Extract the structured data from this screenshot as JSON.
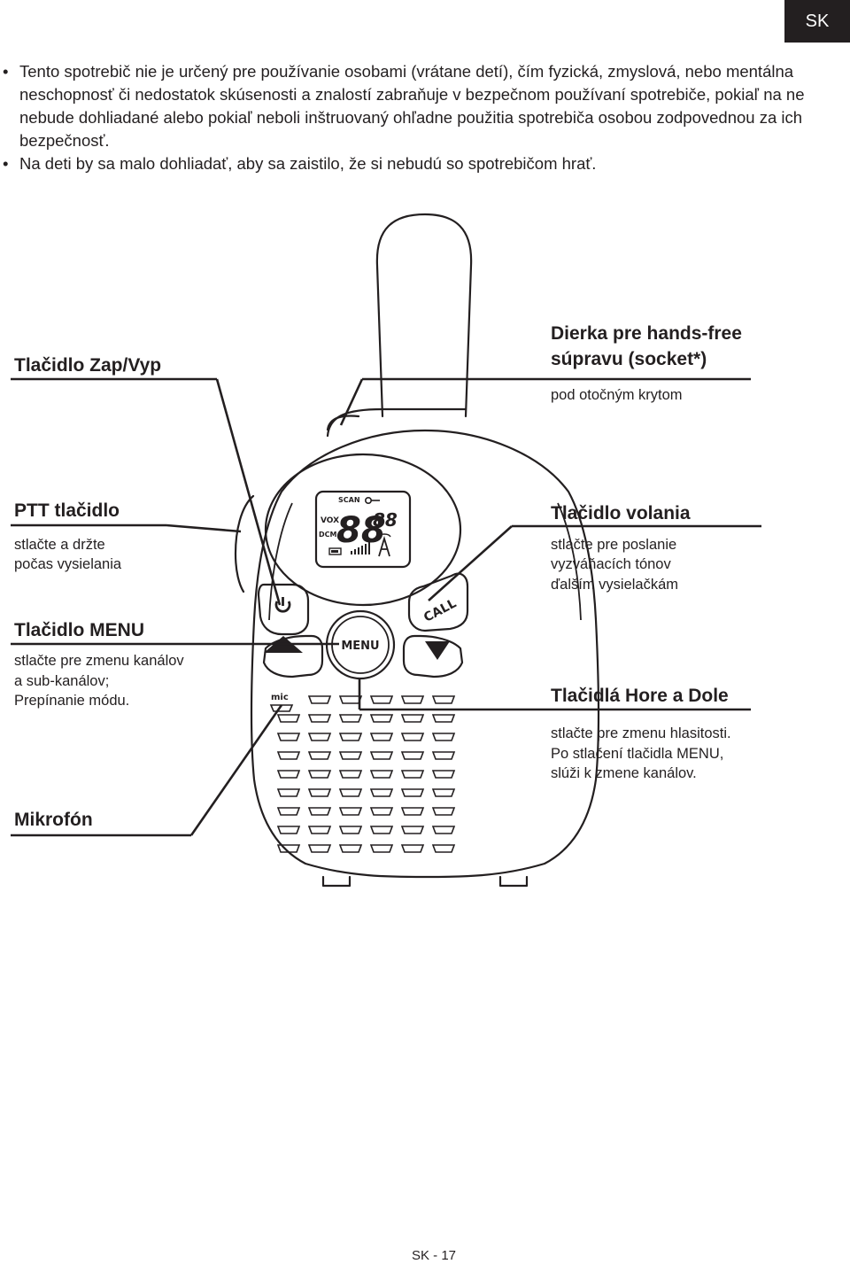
{
  "page": {
    "lang_tab": "SK",
    "page_number": "SK - 17"
  },
  "warnings": [
    "Tento spotrebič nie je určený pre používanie osobami (vrátane detí), čím fyzická, zmyslová, nebo mentálna neschopnosť či nedostatok skúsenosti a znalostí zabraňuje v bezpečnom používaní spotrebiče, pokiaľ na ne nebude dohliadané alebo pokiaľ neboli inštruovaný ohľadne použitia spotrebiča osobou zodpovednou za ich bezpečnosť.",
    "Na deti by sa malo dohliadať, aby sa zaistilo, že si nebudú so spotrebičom hrať."
  ],
  "labels": {
    "power": {
      "title": "Tlačidlo Zap/Vyp"
    },
    "socket": {
      "title_1": "Dierka pre hands-free",
      "title_2": "súpravu (socket*)",
      "desc": "pod otočným krytom"
    },
    "ptt": {
      "title": "PTT tlačidlo",
      "desc_1": "stlačte a držte",
      "desc_2": "počas vysielania"
    },
    "call": {
      "title": "Tlačidlo volania",
      "desc_1": "stlačte pre poslanie",
      "desc_2": "vyzváňacích tónov",
      "desc_3": "ďalším vysielačkám"
    },
    "menu": {
      "title": "Tlačidlo MENU",
      "desc_1": "stlačte pre zmenu kanálov",
      "desc_2": "a sub-kanálov;",
      "desc_3": "Prepínanie módu."
    },
    "updown": {
      "title": "Tlačidlá Hore a Dole",
      "desc_1": "stlačte pre zmenu hlasitosti.",
      "desc_2": "Po stlačení tlačidla MENU,",
      "desc_3": "slúži k zmene kanálov."
    },
    "mic": {
      "title": "Mikrofón"
    }
  },
  "device": {
    "display": {
      "scan": "SCAN",
      "vox": "VOX",
      "dcm": "DCM",
      "digits_main": "88",
      "digits_small": "88"
    },
    "buttons": {
      "menu": "MENU",
      "call": "CALL",
      "mic": "mic"
    }
  },
  "icons": [
    "power-icon",
    "up-arrow-icon",
    "down-arrow-icon",
    "key-lock-icon",
    "battery-icon",
    "signal-bars-icon",
    "antenna-icon"
  ]
}
